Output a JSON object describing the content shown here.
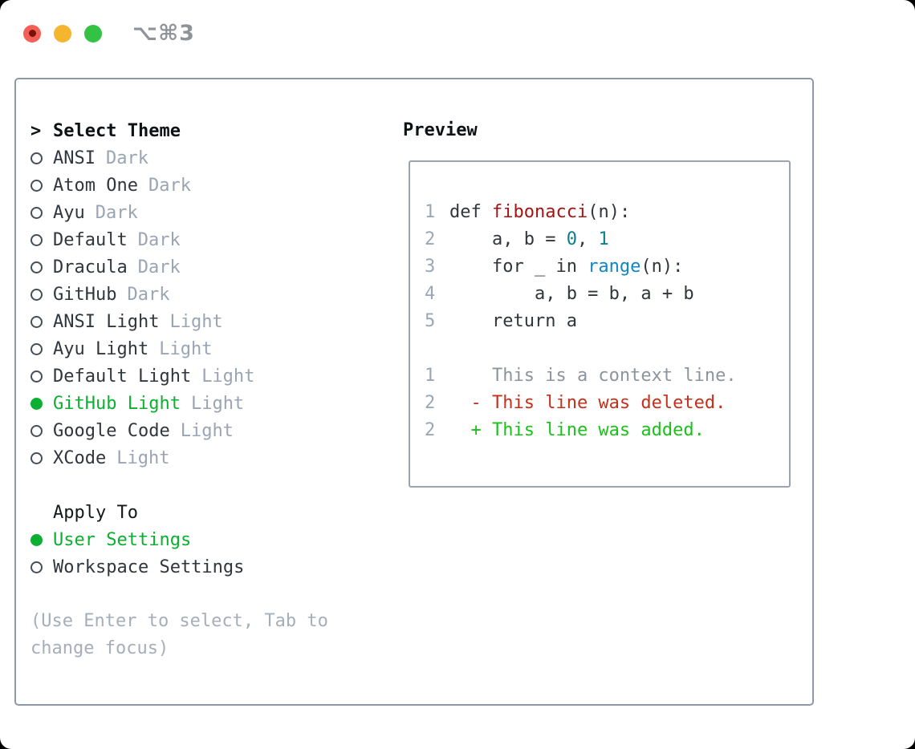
{
  "window": {
    "shortcut": "⌥⌘3",
    "traffic_lights": [
      {
        "icon": "close-light-icon",
        "color": "#f35f57",
        "inner_dot_color": "#7a1206"
      },
      {
        "icon": "minimize-light-icon",
        "color": "#f5b52f"
      },
      {
        "icon": "zoom-light-icon",
        "color": "#33c243"
      }
    ]
  },
  "theme_picker": {
    "title": "Select Theme",
    "focus_marker": ">",
    "items": [
      {
        "name": "ANSI",
        "variant": "Dark",
        "selected": false
      },
      {
        "name": "Atom One",
        "variant": "Dark",
        "selected": false
      },
      {
        "name": "Ayu",
        "variant": "Dark",
        "selected": false
      },
      {
        "name": "Default",
        "variant": "Dark",
        "selected": false
      },
      {
        "name": "Dracula",
        "variant": "Dark",
        "selected": false
      },
      {
        "name": "GitHub",
        "variant": "Dark",
        "selected": false
      },
      {
        "name": "ANSI Light",
        "variant": "Light",
        "selected": false
      },
      {
        "name": "Ayu Light",
        "variant": "Light",
        "selected": false
      },
      {
        "name": "Default Light",
        "variant": "Light",
        "selected": false
      },
      {
        "name": "GitHub Light",
        "variant": "Light",
        "selected": true
      },
      {
        "name": "Google Code",
        "variant": "Light",
        "selected": false
      },
      {
        "name": "XCode",
        "variant": "Light",
        "selected": false
      }
    ]
  },
  "apply_to": {
    "title": "Apply To",
    "options": [
      {
        "label": "User Settings",
        "selected": true
      },
      {
        "label": "Workspace Settings",
        "selected": false
      }
    ]
  },
  "hint": "(Use Enter to select, Tab to change focus)",
  "preview": {
    "title": "Preview",
    "lines": [
      {
        "num": "1",
        "tokens": [
          {
            "t": "def ",
            "c": "plain"
          },
          {
            "t": "fibonacci",
            "c": "func"
          },
          {
            "t": "(n):",
            "c": "plain"
          }
        ]
      },
      {
        "num": "2",
        "tokens": [
          {
            "t": "    a, b = ",
            "c": "plain"
          },
          {
            "t": "0",
            "c": "number"
          },
          {
            "t": ", ",
            "c": "plain"
          },
          {
            "t": "1",
            "c": "number"
          }
        ]
      },
      {
        "num": "3",
        "tokens": [
          {
            "t": "    for _ in ",
            "c": "plain"
          },
          {
            "t": "range",
            "c": "builtin"
          },
          {
            "t": "(n):",
            "c": "plain"
          }
        ]
      },
      {
        "num": "4",
        "tokens": [
          {
            "t": "        a, b = b, a + b",
            "c": "plain"
          }
        ]
      },
      {
        "num": "5",
        "tokens": [
          {
            "t": "    return a",
            "c": "plain"
          }
        ]
      },
      {
        "num": "",
        "tokens": []
      },
      {
        "num": "1",
        "tokens": [
          {
            "t": "    This is a context line.",
            "c": "context"
          }
        ]
      },
      {
        "num": "2",
        "tokens": [
          {
            "t": "  - This line was deleted.",
            "c": "deleted"
          }
        ]
      },
      {
        "num": "2",
        "tokens": [
          {
            "t": "  + This line was added.",
            "c": "added"
          }
        ]
      }
    ]
  },
  "colors": {
    "selection_green": "#0caf31",
    "added_green": "#1ac11a",
    "deleted_red": "#c4301b",
    "function_red": "#a31512",
    "number_teal": "#0b7f87",
    "builtin_blue": "#1086c2",
    "muted_gray": "#9aa5b4",
    "panel_border": "#8e99a7"
  }
}
